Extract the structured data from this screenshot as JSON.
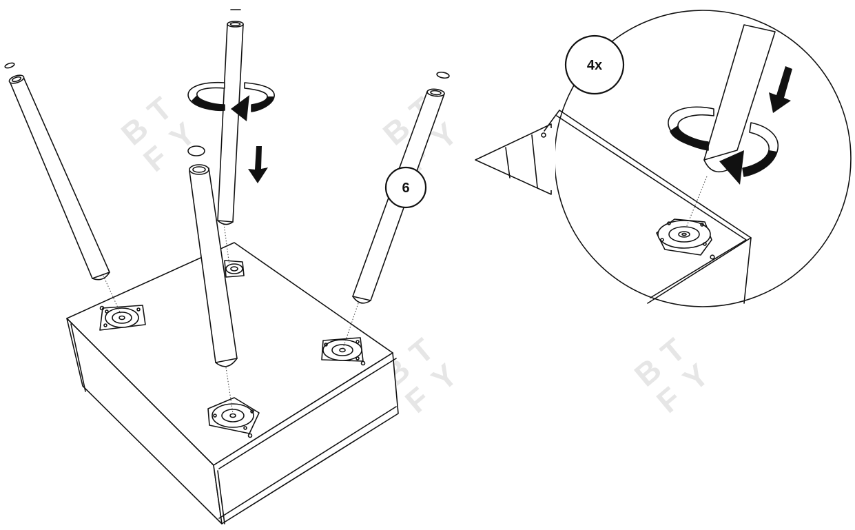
{
  "step": {
    "number": "6"
  },
  "quantity": {
    "label": "4x"
  },
  "watermark": {
    "letters": [
      "B",
      "T",
      "F",
      "Y"
    ]
  },
  "colors": {
    "line": "#111111",
    "background": "#ffffff",
    "watermark": "#e6e6e6"
  },
  "icons": [
    "rotate-arrow-icon",
    "down-arrow-icon",
    "leg-mounting-plate-icon",
    "screw-icon"
  ]
}
